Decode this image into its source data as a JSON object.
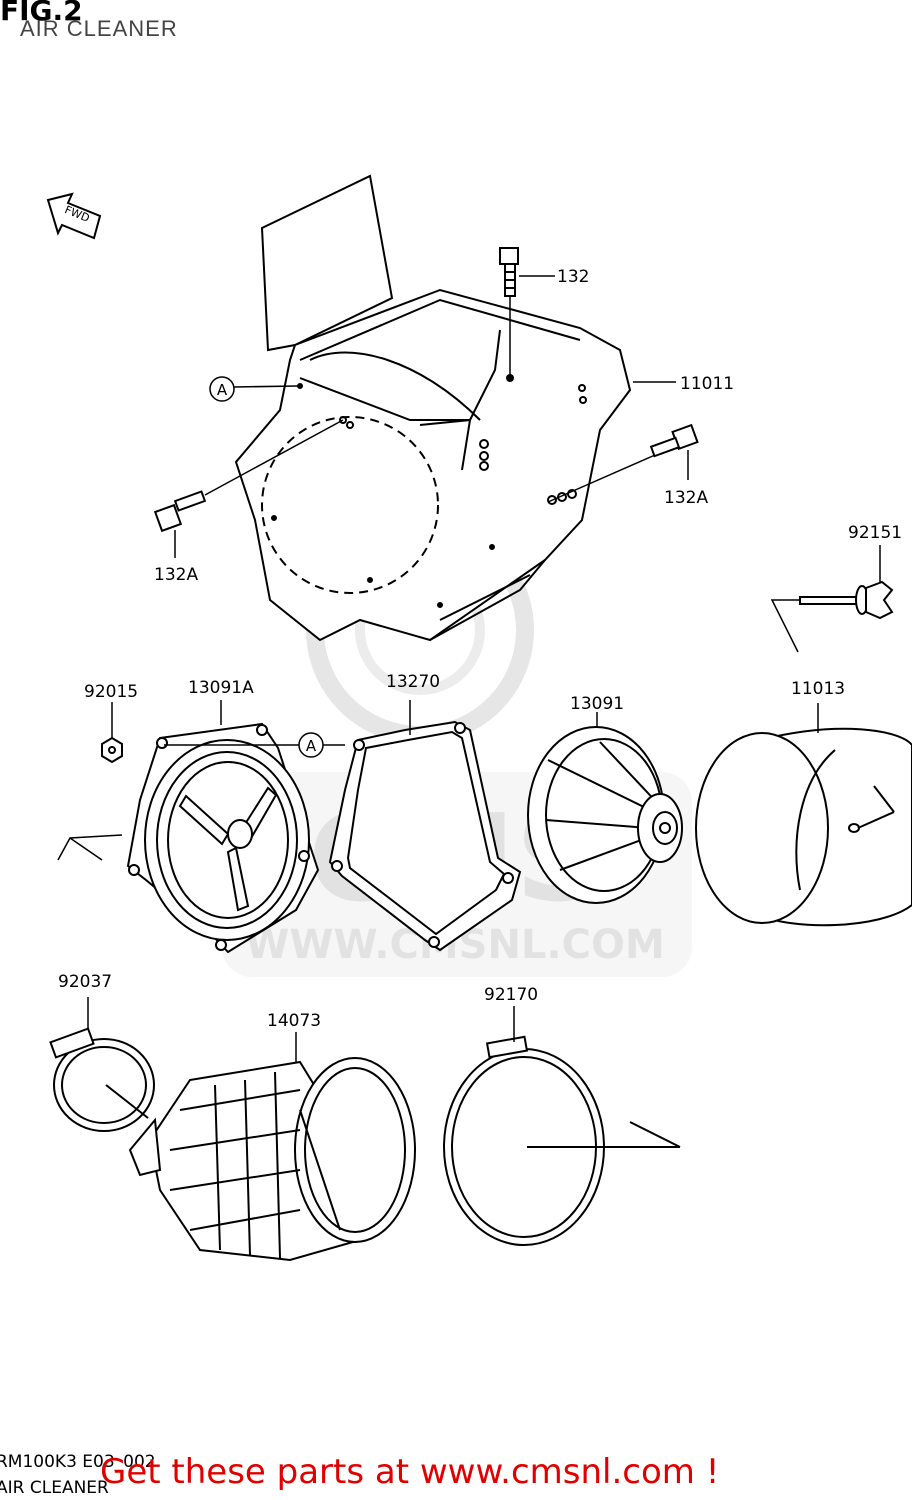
{
  "header": {
    "fig": "FIG.2",
    "subtitle": "AIR CLEANER"
  },
  "direction": "FWD",
  "ref_marker": "A",
  "parts": [
    {
      "id": "p132",
      "label": "132"
    },
    {
      "id": "p11011",
      "label": "11011"
    },
    {
      "id": "p132a_right",
      "label": "132A"
    },
    {
      "id": "p132a_left",
      "label": "132A"
    },
    {
      "id": "p92151",
      "label": "92151"
    },
    {
      "id": "p92015",
      "label": "92015"
    },
    {
      "id": "p13091a",
      "label": "13091A"
    },
    {
      "id": "p13270",
      "label": "13270"
    },
    {
      "id": "p13091",
      "label": "13091"
    },
    {
      "id": "p11013",
      "label": "11013"
    },
    {
      "id": "p92037",
      "label": "92037"
    },
    {
      "id": "p14073",
      "label": "14073"
    },
    {
      "id": "p92170",
      "label": "92170"
    }
  ],
  "watermark": {
    "brand": "CMS",
    "url": "WWW.CMSNL.COM"
  },
  "footer": {
    "code": "RM100K3 E03_002",
    "name": "AIR CLEANER",
    "promo": "Get these parts at www.cmsnl.com !",
    "promo_color": "#e00000"
  }
}
